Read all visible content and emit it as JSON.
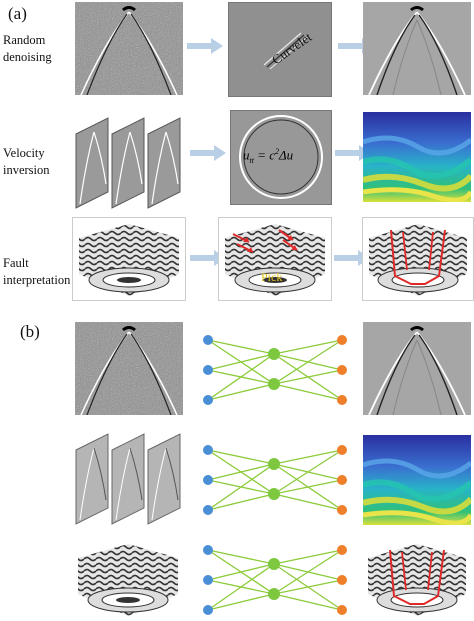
{
  "panels": {
    "a": {
      "label": "(a)"
    },
    "b": {
      "label": "(b)"
    }
  },
  "rows": {
    "denoising": {
      "line1": "Random",
      "line2": "denoising"
    },
    "inversion": {
      "line1": "Velocity",
      "line2": "inversion"
    },
    "fault": {
      "line1": "Fault",
      "line2": "interpretation"
    }
  },
  "methods": {
    "curvelet": "Curvelet",
    "pick": "Pick",
    "wave_equation": {
      "lhs": "u",
      "lhs_sub": "tt",
      "eq": " = c",
      "sup": "2",
      "rhs": "Δu"
    }
  },
  "colors": {
    "arrow": "#b8cfe6",
    "net_input": "#4a8fd6",
    "net_hidden": "#7ec83f",
    "net_output": "#ef7f2a",
    "net_edge": "#8ccb3a",
    "fault_line": "#e02a2a"
  },
  "icons": [
    "right-arrow-icon",
    "neural-network-icon"
  ]
}
